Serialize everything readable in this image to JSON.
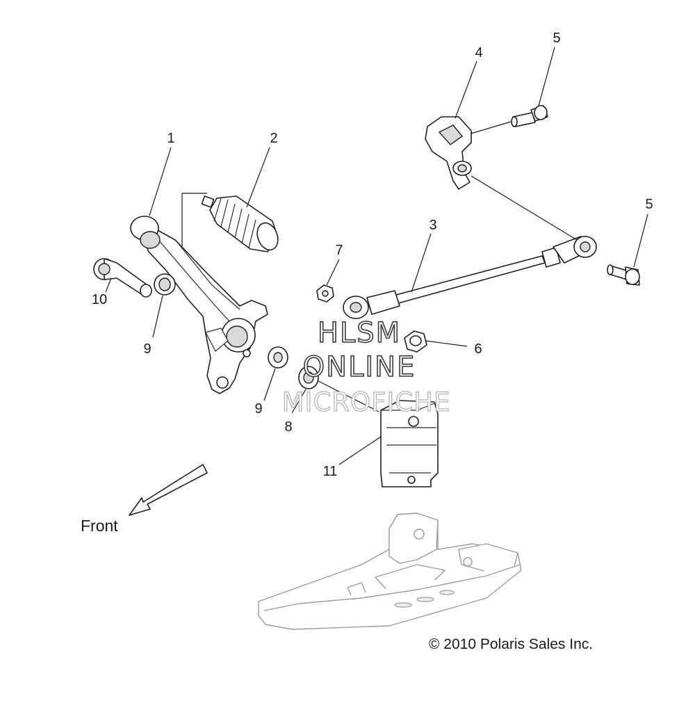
{
  "callouts": {
    "c1": "1",
    "c2": "2",
    "c3": "3",
    "c4": "4",
    "c5a": "5",
    "c5b": "5",
    "c6": "6",
    "c7": "7",
    "c8": "8",
    "c9a": "9",
    "c9b": "9",
    "c10": "10",
    "c11": "11"
  },
  "direction_label": "Front",
  "watermark": {
    "line1": "HLSM",
    "line2": "ONLINE",
    "line3": "MICROFICHE"
  },
  "copyright": "© 2010 Polaris Sales Inc."
}
